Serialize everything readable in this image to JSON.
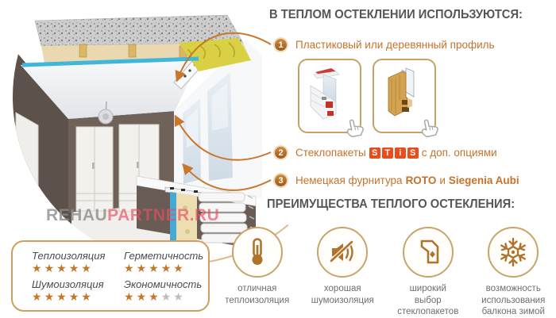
{
  "watermark": {
    "part_gray": "REHAU",
    "part_red": "PARTNER.RU"
  },
  "ratings": {
    "max": 5,
    "star_char": "★",
    "items": [
      {
        "label": "Теплоизоляция",
        "stars": 5
      },
      {
        "label": "Герметичность",
        "stars": 5
      },
      {
        "label": "Шумоизоляция",
        "stars": 5
      },
      {
        "label": "Экономичность",
        "stars": 3
      }
    ]
  },
  "right": {
    "heading1": "В ТЕПЛОМ ОСТЕКЛЕНИИ ИСПОЛЬЗУЮТСЯ:",
    "heading2": "ПРЕИМУЩЕСТВА ТЕПЛОГО ОСТЕКЛЕНИЯ:",
    "items": [
      {
        "num": "1",
        "text": "Пластиковый или деревянный профиль"
      },
      {
        "num": "2",
        "text_before": "Стеклопакеты",
        "logo": [
          "S",
          "T",
          "i",
          "S"
        ],
        "text_after": "с доп. опциями"
      },
      {
        "num": "3",
        "text_before": "Немецкая фурнитура",
        "bold1": "ROTO",
        "mid": "и",
        "bold2": "Siegenia Aubi"
      }
    ],
    "profile_cards": [
      {
        "icon": "pvc-window-profile-icon"
      },
      {
        "icon": "wood-window-profile-icon"
      }
    ],
    "advantages": [
      {
        "icon": "thermometer-icon",
        "label": "отличная\nтеплоизоляция"
      },
      {
        "icon": "muted-speaker-icon",
        "label": "хорошая\nшумоизоляция"
      },
      {
        "icon": "glazing-profile-icon",
        "label": "широкий\nвыбор\nстеклопакетов"
      },
      {
        "icon": "snowflake-icon",
        "label": "возможность\nиспользования\nбалкона зимой"
      }
    ]
  },
  "colors": {
    "accent_orange": "#c4732b",
    "heading_gray": "#55565a",
    "stis_red": "#e84d1d",
    "icon_brown": "#b0732a",
    "circle_border_tan": "#c9a469",
    "star_filled": "#c07829",
    "star_empty": "#bdbdbd",
    "ratings_border": "#d09d62",
    "arrow_orange": "#c8772c",
    "watermark_gray": "#8c8c8c",
    "watermark_red": "#e8506e"
  }
}
